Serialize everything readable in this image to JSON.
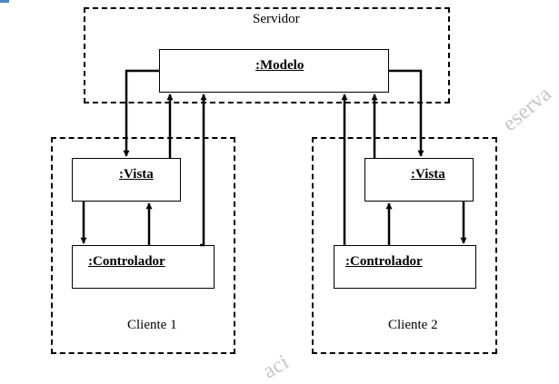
{
  "server": {
    "label": "Servidor",
    "model_label": ":Modelo"
  },
  "clients": [
    {
      "label": "Cliente 1",
      "view_label": ":Vista",
      "controller_label": ":Controlador"
    },
    {
      "label": "Cliente 2",
      "view_label": ":Vista",
      "controller_label": ":Controlador"
    }
  ],
  "watermarks": {
    "right": "eserva",
    "bottom": "aci"
  },
  "colors": {
    "stroke": "#000000",
    "background": "#ffffff",
    "watermark": "#c8c8c8",
    "accent": "#4a86c8"
  }
}
